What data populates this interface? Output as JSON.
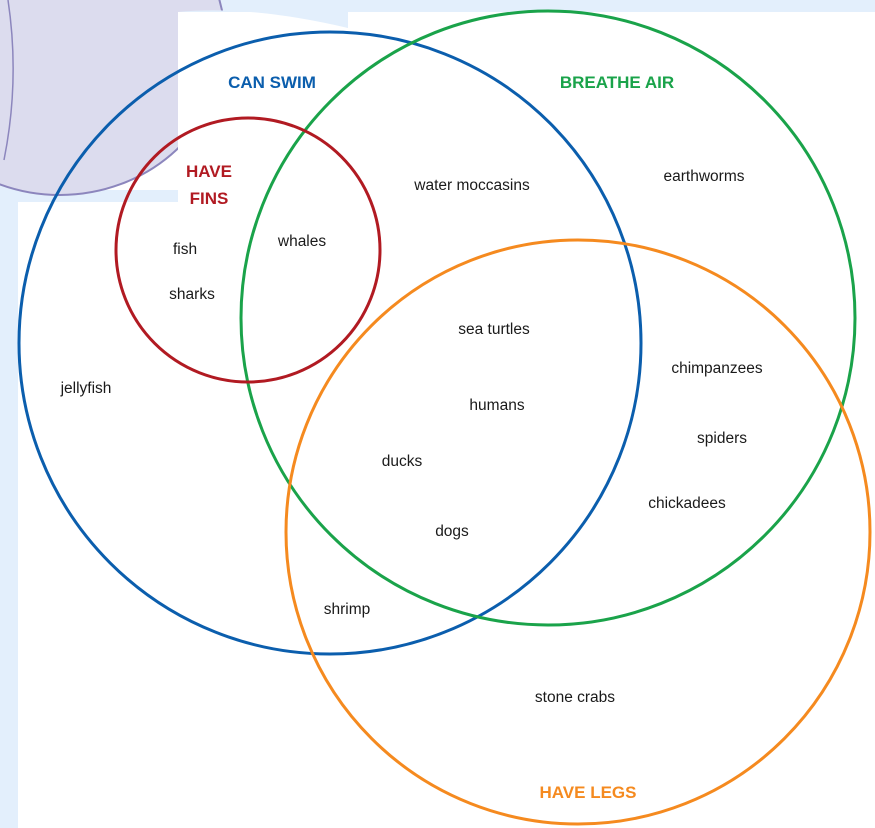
{
  "diagram": {
    "type": "venn",
    "colors": {
      "can_swim": "#0b5ead",
      "breathe_air": "#1aa34a",
      "have_fins": "#b11a22",
      "have_legs": "#f58a1f",
      "backdrop_panel": "#e3effc",
      "backdrop_disc": "#dcdcee",
      "backdrop_disc_edge": "#8c86bd"
    },
    "sets": {
      "can_swim": "CAN SWIM",
      "breathe_air": "BREATHE AIR",
      "have_fins_line1": "HAVE",
      "have_fins_line2": "FINS",
      "have_legs": "HAVE LEGS"
    },
    "members": {
      "fish": "fish",
      "sharks": "sharks",
      "whales": "whales",
      "water_moccasins": "water moccasins",
      "earthworms": "earthworms",
      "jellyfish": "jellyfish",
      "sea_turtles": "sea turtles",
      "humans": "humans",
      "ducks": "ducks",
      "dogs": "dogs",
      "chimpanzees": "chimpanzees",
      "spiders": "spiders",
      "chickadees": "chickadees",
      "shrimp": "shrimp",
      "stone_crabs": "stone crabs"
    }
  }
}
